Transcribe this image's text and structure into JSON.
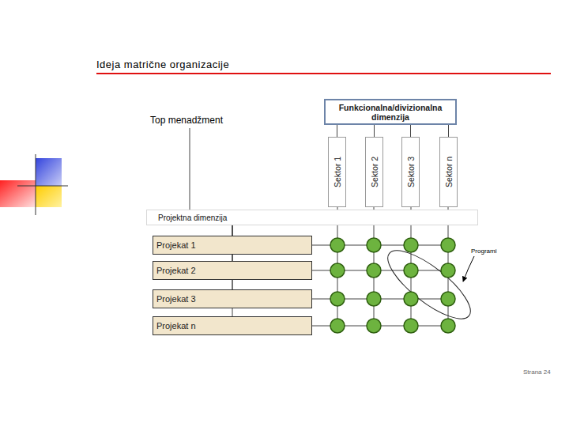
{
  "diagram": {
    "title": "Ideja matrične organizacije",
    "nodes": [
      {
        "text": [
          "Funkcionalna/divizionalna dimenzija"
        ]
      },
      {
        "text": [
          "Sektor 1"
        ]
      },
      {
        "text": [
          "Sektor 2"
        ]
      },
      {
        "text": [
          "Sektor 3"
        ]
      },
      {
        "text": [
          "Sektor n"
        ]
      },
      {
        "text": [
          "Projektna dimenzija"
        ]
      },
      {
        "text": [
          "Projekat 1"
        ]
      },
      {
        "text": [
          "Projekat 2"
        ]
      },
      {
        "text": [
          "Projekat 3"
        ]
      },
      {
        "text": [
          "Projekat n"
        ]
      }
    ],
    "edges": [
      {
        "from": 0,
        "to": 1,
        "arrow": "none"
      },
      {
        "from": 0,
        "to": 2,
        "arrow": "none"
      },
      {
        "from": 0,
        "to": 3,
        "arrow": "none"
      },
      {
        "from": 0,
        "to": 4,
        "arrow": "none"
      },
      {
        "from": 5,
        "to": 6,
        "arrow": "none"
      },
      {
        "from": 5,
        "to": 7,
        "arrow": "none"
      },
      {
        "from": 5,
        "to": 8,
        "arrow": "none"
      },
      {
        "from": 5,
        "to": 9,
        "arrow": "none"
      }
    ],
    "labels": [
      "Top menadžment",
      "Programi",
      "Strana 24"
    ]
  }
}
